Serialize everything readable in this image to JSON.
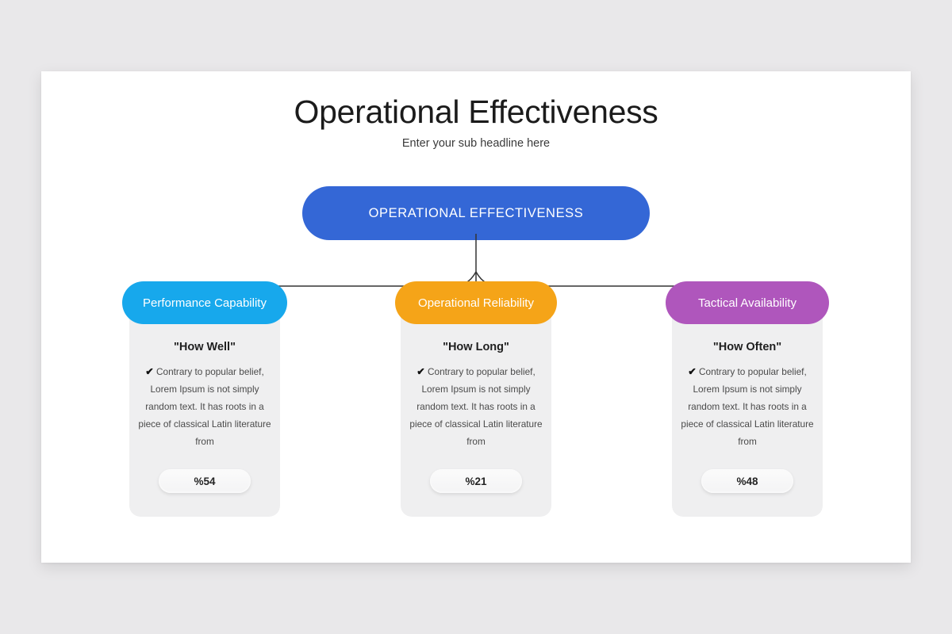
{
  "slide": {
    "title": "Operational Effectiveness",
    "subtitle": "Enter your sub headline here",
    "background_color": "#e9e8ea",
    "panel_color": "#ffffff"
  },
  "root_node": {
    "label": "OPERATIONAL  EFFECTIVENESS",
    "color": "#3467d6",
    "text_color": "#ffffff"
  },
  "connector": {
    "color": "#333333",
    "arrow_icon": "arrow-down-icon",
    "branches": 3
  },
  "cards": [
    {
      "header": "Performance Capability",
      "header_color": "#17a8ec",
      "subtitle": "\"How Well\"",
      "bullet_icon": "check-icon",
      "bullet_glyph": "✔",
      "body": "Contrary to popular belief, Lorem Ipsum is not simply random text. It has roots in a piece of classical Latin literature from",
      "percent": "%54"
    },
    {
      "header": "Operational Reliability",
      "header_color": "#f5a418",
      "subtitle": "\"How Long\"",
      "bullet_icon": "check-icon",
      "bullet_glyph": "✔",
      "body": "Contrary to popular belief, Lorem Ipsum is not simply random text. It has roots in a piece of classical Latin literature from",
      "percent": "%21"
    },
    {
      "header": "Tactical Availability",
      "header_color": "#af56bc",
      "subtitle": "\"How Often\"",
      "bullet_icon": "check-icon",
      "bullet_glyph": "✔",
      "body": "Contrary to popular belief, Lorem Ipsum is not simply random text. It has roots in a piece of classical Latin literature from",
      "percent": "%48"
    }
  ]
}
